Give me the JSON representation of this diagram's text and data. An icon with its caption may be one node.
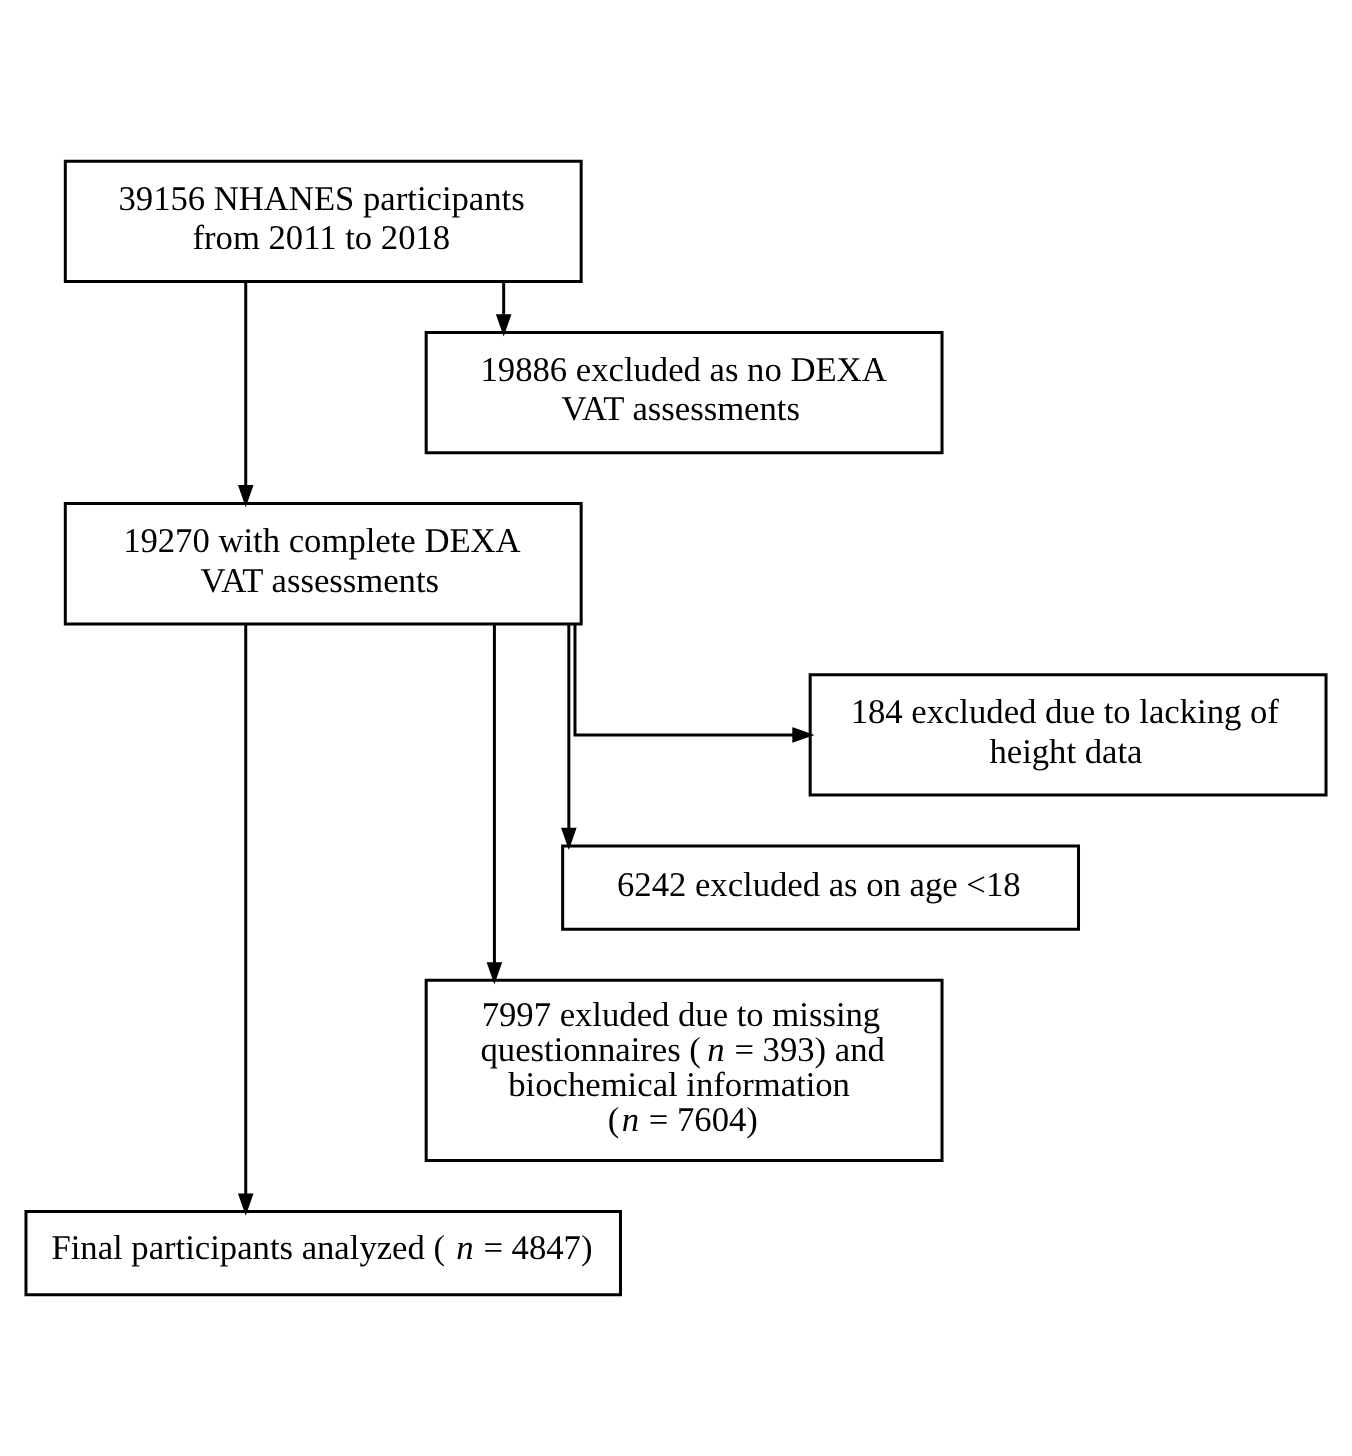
{
  "diagram": {
    "nodes": [
      {
        "text": [
          "39156 NHANES participants from 2011 to 2018"
        ]
      },
      {
        "text": [
          "19886 excluded as no DEXA VAT assessments"
        ]
      },
      {
        "text": [
          "19270 with complete DEXA VAT assessments"
        ]
      },
      {
        "text": [
          "184 excluded due to lacking of height data"
        ]
      },
      {
        "text": [
          "6242 excluded as on age <18"
        ]
      },
      {
        "text": [
          "7997 exluded due to missing questionnaires (*n* = 393) and biochemical information (*n* = 7604)"
        ]
      },
      {
        "text": [
          "Final participants analyzed (*n* = 4847)"
        ]
      }
    ],
    "edges": [
      {
        "from": 0,
        "to": 2,
        "arrow": "to"
      },
      {
        "from": 0,
        "to": 1,
        "arrow": "to"
      },
      {
        "from": 2,
        "to": 6,
        "arrow": "to"
      },
      {
        "from": 2,
        "to": 5,
        "arrow": "to"
      },
      {
        "from": 2,
        "to": 4,
        "arrow": "to"
      },
      {
        "from": 2,
        "to": 3,
        "arrow": "to"
      }
    ]
  }
}
